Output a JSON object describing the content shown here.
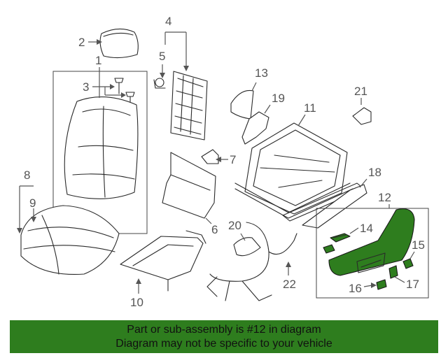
{
  "callouts": {
    "c1": "1",
    "c2": "2",
    "c3": "3",
    "c4": "4",
    "c5": "5",
    "c6": "6",
    "c7": "7",
    "c8": "8",
    "c9": "9",
    "c10": "10",
    "c11": "11",
    "c12": "12",
    "c13": "13",
    "c14": "14",
    "c15": "15",
    "c16": "16",
    "c17": "17",
    "c18": "18",
    "c19": "19",
    "c20": "20",
    "c21": "21",
    "c22": "22"
  },
  "highlight_color": "#2e7d1e",
  "banner": {
    "color": "#2e7d1e",
    "line1": "Part or sub-assembly is #12 in diagram",
    "line2": "Diagram may not be specific to your vehicle"
  }
}
